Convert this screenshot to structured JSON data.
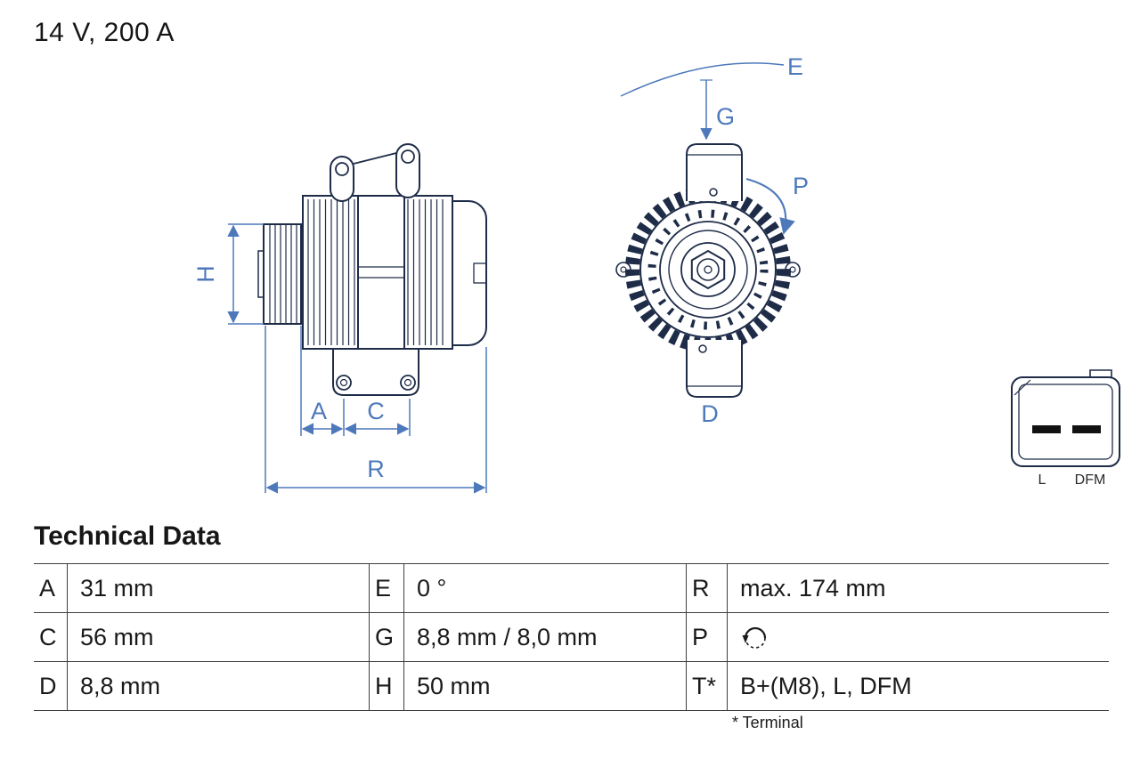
{
  "title": "14 V, 200 A",
  "drawing": {
    "side_view": {
      "h": "H",
      "a": "A",
      "c": "C",
      "r": "R"
    },
    "front_view": {
      "e": "E",
      "g": "G",
      "p": "P",
      "d": "D"
    },
    "connector": {
      "pin_left": "L",
      "pin_right": "DFM"
    }
  },
  "technical_data": {
    "heading": "Technical Data",
    "rows": [
      {
        "c1k": "A",
        "c1v": "31 mm",
        "c2k": "E",
        "c2v": "0 °",
        "c3k": "R",
        "c3v": "max. 174 mm"
      },
      {
        "c1k": "C",
        "c1v": "56 mm",
        "c2k": "G",
        "c2v": "8,8 mm / 8,0 mm",
        "c3k": "P",
        "c3v": ""
      },
      {
        "c1k": "D",
        "c1v": "8,8 mm",
        "c2k": "H",
        "c2v": "50 mm",
        "c3k": "T*",
        "c3v": "B+(M8), L, DFM"
      }
    ],
    "footnote": "* Terminal",
    "p_icon": "rotation-ccw-icon"
  },
  "colors": {
    "part_line": "#1e2c48",
    "dimension": "#4d79bb",
    "table_border": "#3f3f3f"
  }
}
